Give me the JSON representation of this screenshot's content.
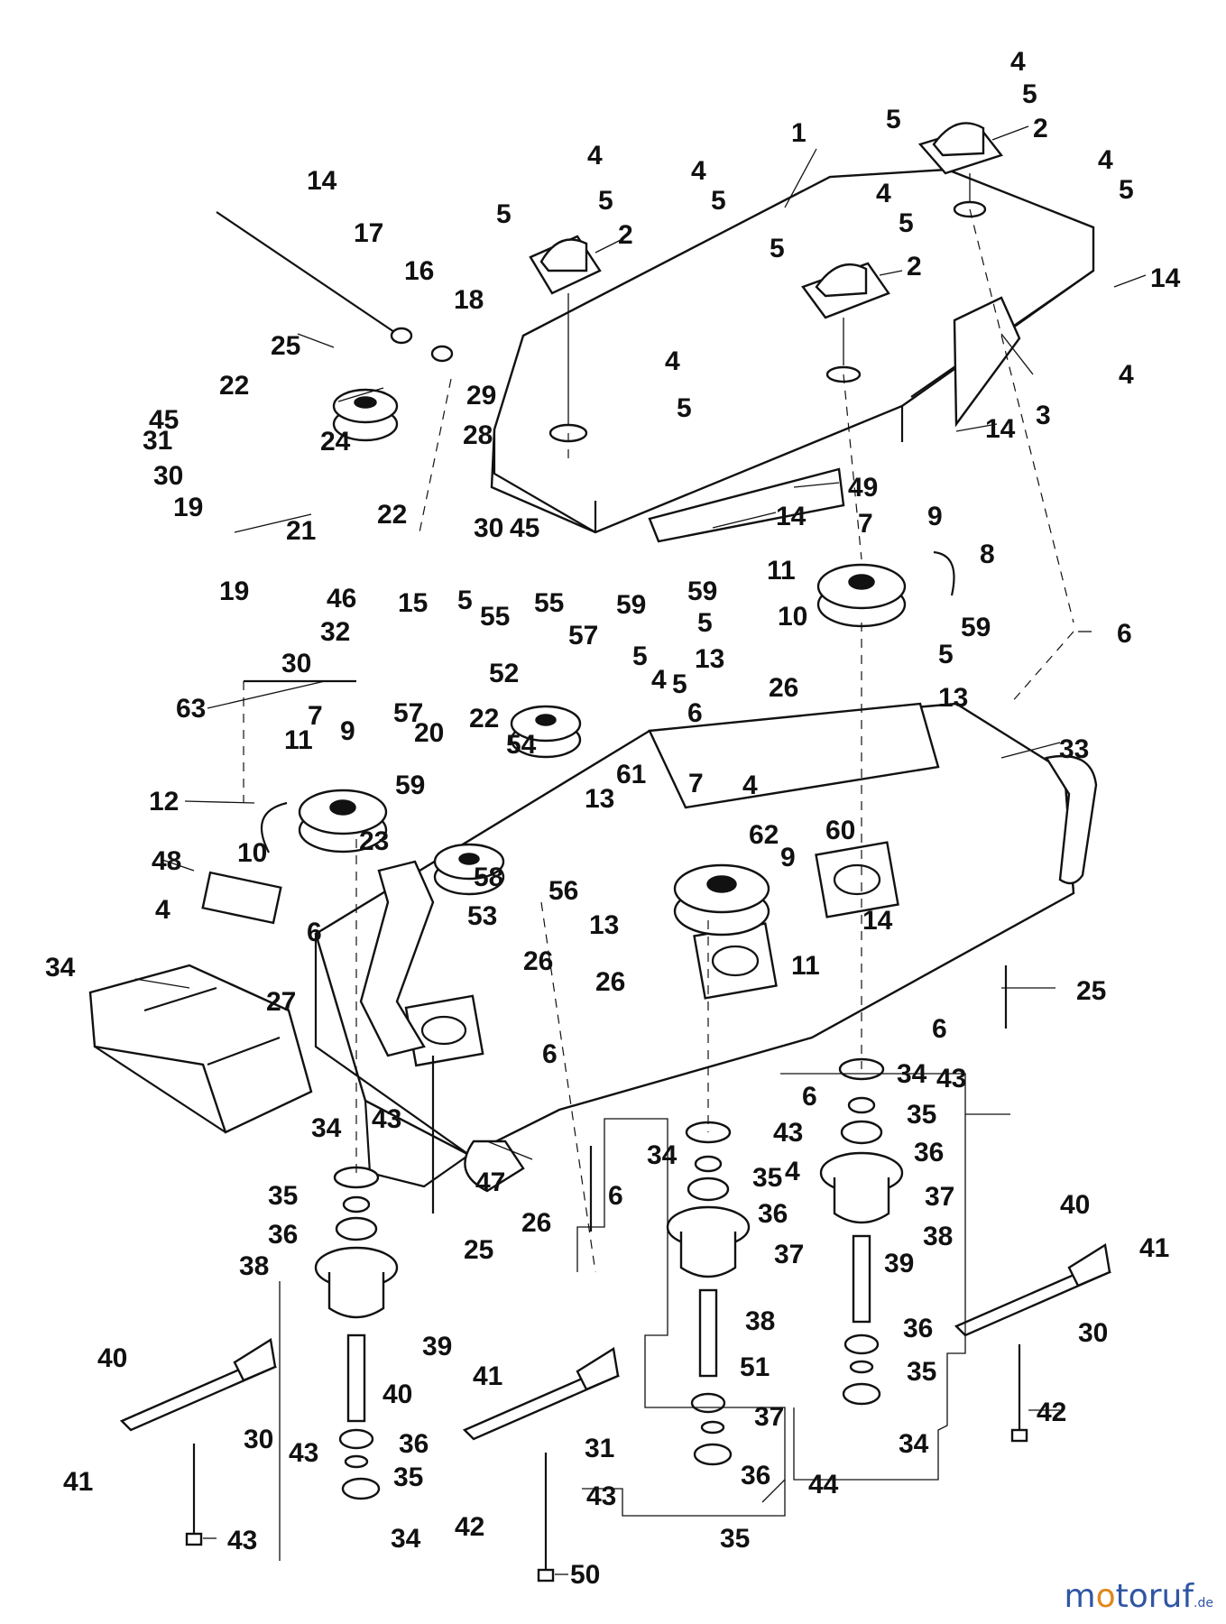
{
  "diagram": {
    "labels": [
      "1",
      "2",
      "2",
      "2",
      "3",
      "4",
      "4",
      "4",
      "4",
      "4",
      "4",
      "4",
      "4",
      "4",
      "4",
      "4",
      "5",
      "5",
      "5",
      "5",
      "5",
      "5",
      "5",
      "5",
      "5",
      "5",
      "5",
      "5",
      "5",
      "5",
      "6",
      "6",
      "6",
      "6",
      "6",
      "6",
      "6",
      "7",
      "7",
      "7",
      "8",
      "9",
      "9",
      "9",
      "10",
      "10",
      "11",
      "11",
      "11",
      "12",
      "13",
      "13",
      "13",
      "13",
      "14",
      "14",
      "14",
      "14",
      "14",
      "15",
      "16",
      "17",
      "18",
      "19",
      "19",
      "20",
      "21",
      "22",
      "22",
      "22",
      "23",
      "24",
      "25",
      "25",
      "25",
      "26",
      "26",
      "26",
      "26",
      "27",
      "28",
      "29",
      "30",
      "30",
      "30",
      "30",
      "30",
      "31",
      "31",
      "32",
      "33",
      "34",
      "34",
      "34",
      "34",
      "34",
      "34",
      "35",
      "35",
      "35",
      "35",
      "35",
      "35",
      "36",
      "36",
      "36",
      "36",
      "36",
      "36",
      "37",
      "37",
      "37",
      "38",
      "38",
      "38",
      "39",
      "39",
      "40",
      "40",
      "40",
      "41",
      "41",
      "41",
      "42",
      "42",
      "43",
      "43",
      "43",
      "43",
      "43",
      "43",
      "44",
      "45",
      "45",
      "46",
      "47",
      "48",
      "49",
      "50",
      "51",
      "52",
      "53",
      "54",
      "55",
      "55",
      "56",
      "57",
      "57",
      "58",
      "59",
      "59",
      "59",
      "59",
      "60",
      "61",
      "62",
      "63"
    ]
  },
  "watermark": {
    "text_a": "m",
    "text_o": "o",
    "text_b": "toruf",
    "suffix": ".de"
  }
}
